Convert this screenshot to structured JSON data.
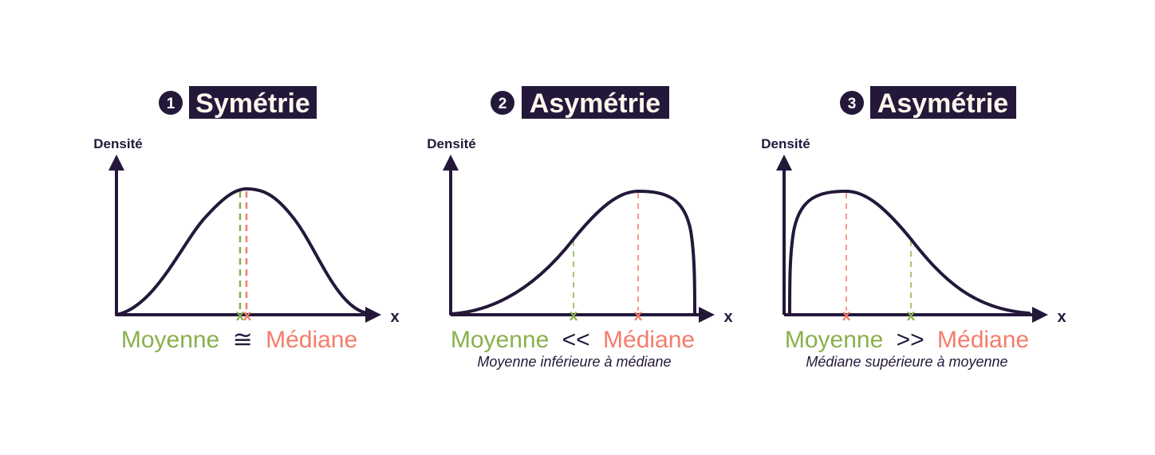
{
  "colors": {
    "ink": "#24183a",
    "mean": "#8ab04c",
    "median": "#f47c6c",
    "title_text": "#fdf6ec",
    "background": "#ffffff"
  },
  "panels": [
    {
      "badge": "1",
      "title": "Symétrie",
      "y_axis_label": "Densité",
      "x_axis_label": "x",
      "mean_marker": "x",
      "median_marker": "x",
      "caption": {
        "mean": "Moyenne",
        "relation": "≅",
        "median": "Médiane"
      },
      "subcaption": ""
    },
    {
      "badge": "2",
      "title": "Asymétrie",
      "y_axis_label": "Densité",
      "x_axis_label": "x",
      "mean_marker": "x",
      "median_marker": "x",
      "caption": {
        "mean": "Moyenne",
        "relation": "<<",
        "median": "Médiane"
      },
      "subcaption": "Moyenne inférieure à médiane"
    },
    {
      "badge": "3",
      "title": "Asymétrie",
      "y_axis_label": "Densité",
      "x_axis_label": "x",
      "mean_marker": "x",
      "median_marker": "x",
      "caption": {
        "mean": "Moyenne",
        "relation": ">>",
        "median": "Médiane"
      },
      "subcaption": "Médiane supérieure à moyenne"
    }
  ],
  "chart_data": [
    {
      "type": "line",
      "title": "Symétrie",
      "ylabel": "Densité",
      "xlabel": "x",
      "shape": "symmetric bell curve",
      "mean_position": 0.5,
      "median_position": 0.53,
      "relation": "Moyenne ≅ Médiane"
    },
    {
      "type": "line",
      "title": "Asymétrie",
      "ylabel": "Densité",
      "xlabel": "x",
      "shape": "left-skewed (negative skew), peak near right",
      "mean_position": 0.5,
      "median_position": 0.76,
      "relation": "Moyenne << Médiane",
      "note": "Moyenne inférieure à médiane"
    },
    {
      "type": "line",
      "title": "Asymétrie",
      "ylabel": "Densité",
      "xlabel": "x",
      "shape": "right-skewed (positive skew), peak near left",
      "mean_position": 0.5,
      "median_position": 0.24,
      "relation": "Moyenne >> Médiane",
      "note": "Médiane supérieure à moyenne"
    }
  ]
}
